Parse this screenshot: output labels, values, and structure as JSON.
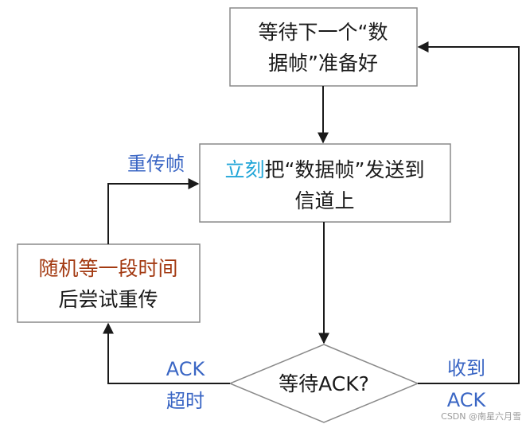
{
  "nodes": {
    "wait_ready": {
      "line1": "等待下一个“数",
      "line2": "据帧”准备好"
    },
    "send_now": {
      "highlight": "立刻",
      "line1_rest": "把“数据帧”发送到",
      "line2": "信道上"
    },
    "random_backoff": {
      "highlight": "随机等一段时间",
      "line2": "后尝试重传"
    },
    "wait_ack": {
      "label": "等待ACK?"
    }
  },
  "edge_labels": {
    "retransmit": "重传帧",
    "ack_timeout_line1": "ACK",
    "ack_timeout_line2": "超时",
    "ack_received_line1": "收到",
    "ack_received_line2": "ACK"
  },
  "watermark": "CSDN @南星六月雪",
  "colors": {
    "highlight_blue": "#22a6d8",
    "highlight_red": "#a33a12",
    "edge_label_blue": "#3a66c4",
    "box_border": "#8a8a8a",
    "arrow": "#1a1a1a"
  }
}
